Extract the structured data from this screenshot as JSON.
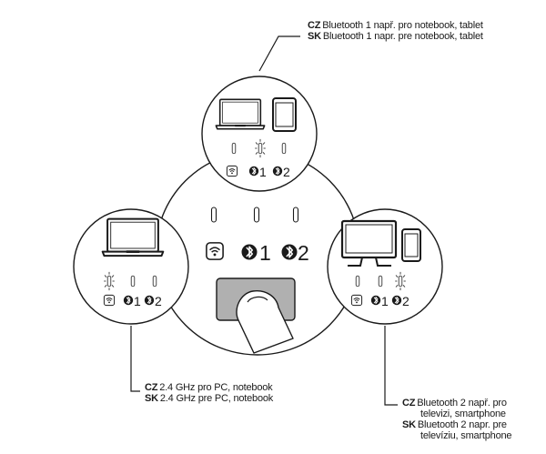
{
  "labels": {
    "top": [
      {
        "lang": "CZ",
        "text": "Bluetooth 1 např. pro notebook, tablet"
      },
      {
        "lang": "SK",
        "text": "Bluetooth 1 napr. pre notebook, tablet"
      }
    ],
    "left": [
      {
        "lang": "CZ",
        "text": "2.4 GHz pro PC, notebook"
      },
      {
        "lang": "SK",
        "text": "2.4 GHz pre PC, notebook"
      }
    ],
    "right": [
      {
        "lang": "CZ",
        "text": "Bluetooth 2 např. pro"
      },
      {
        "lang": "",
        "text": "televizi, smartphone"
      },
      {
        "lang": "SK",
        "text": "Bluetooth 2 napr. pre"
      },
      {
        "lang": "",
        "text": "televíziu, smartphone"
      }
    ]
  },
  "device": {
    "channel_1": "1",
    "channel_2": "2",
    "icons": [
      "wifi-icon",
      "bluetooth-icon",
      "bluetooth-icon"
    ]
  },
  "colors": {
    "stroke": "#1a1a1a",
    "button": "#b0b0b0",
    "background": "#ffffff"
  }
}
